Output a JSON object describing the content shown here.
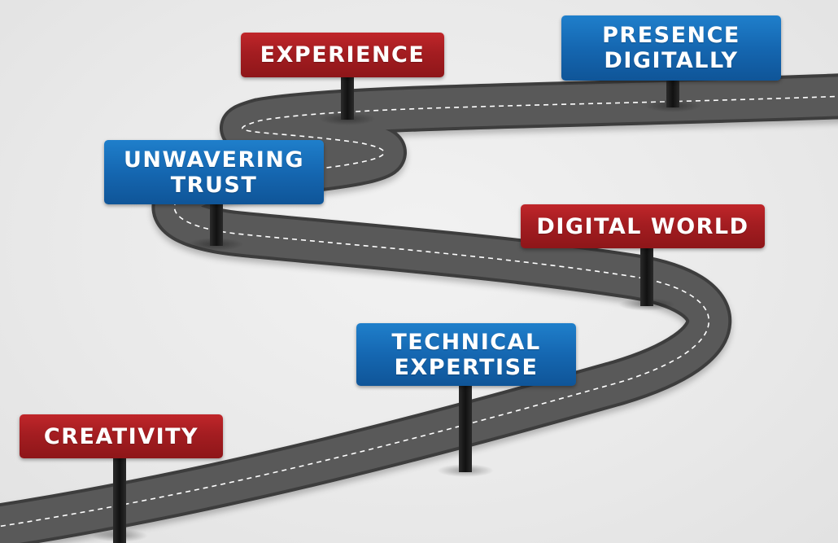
{
  "colors": {
    "road": "#555555",
    "road_edge": "#3f3f3f",
    "dash": "#ffffff",
    "sign_red": "#a41d21",
    "sign_blue": "#1567b1",
    "post": "#151515"
  },
  "signs": [
    {
      "id": "creativity",
      "color": "red",
      "lines": [
        "CREATIVITY"
      ]
    },
    {
      "id": "technical-expertise",
      "color": "blue",
      "lines": [
        "TECHNICAL",
        "EXPERTISE"
      ]
    },
    {
      "id": "digital-world",
      "color": "red",
      "lines": [
        "DIGITAL WORLD"
      ]
    },
    {
      "id": "unwavering-trust",
      "color": "blue",
      "lines": [
        "UNWAVERING",
        "TRUST"
      ]
    },
    {
      "id": "experience",
      "color": "red",
      "lines": [
        "EXPERIENCE"
      ]
    },
    {
      "id": "presence-digitally",
      "color": "blue",
      "lines": [
        "PRESENCE",
        "DIGITALLY"
      ]
    }
  ]
}
